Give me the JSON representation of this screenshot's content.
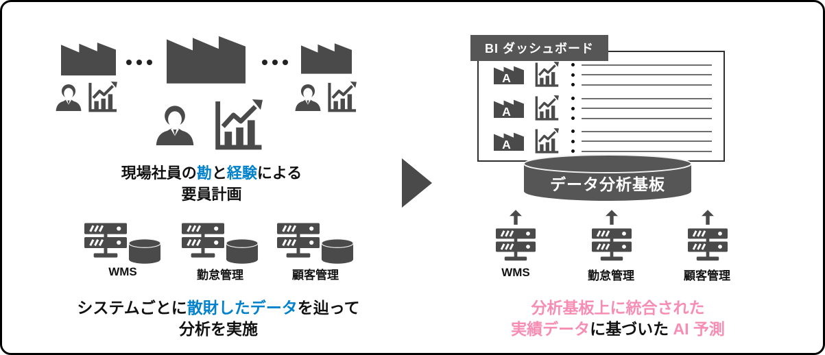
{
  "left": {
    "caption1": {
      "l1p1": "現場社員の",
      "l1p2": "勘",
      "l1p3": "と",
      "l1p4": "経験",
      "l1p5": "による",
      "l2": "要員計画"
    },
    "systems": [
      {
        "label": "WMS"
      },
      {
        "label": "勤怠管理"
      },
      {
        "label": "顧客管理"
      }
    ],
    "caption2": {
      "l1p1": "システムごとに",
      "l1p2": "散財したデータ",
      "l1p3": "を辿って",
      "l2": "分析を実施"
    }
  },
  "right": {
    "dashboard_label": "BI ダッシュボード",
    "dashboard_rows": [
      {
        "factory_letter": "A"
      },
      {
        "factory_letter": "A"
      },
      {
        "factory_letter": "A"
      }
    ],
    "platform_label": "データ分析基板",
    "systems": [
      {
        "label": "WMS"
      },
      {
        "label": "勤怠管理"
      },
      {
        "label": "顧客管理"
      }
    ],
    "caption": {
      "l1": "分析基板上に統合された",
      "l2p1": "実績データ",
      "l2p2": "に基づいた ",
      "l2p3": "AI 予測"
    }
  },
  "icons": {
    "factory": "factory-icon",
    "person": "worker-icon",
    "chart": "bar-chart-trend-icon",
    "server": "server-rack-icon",
    "database": "database-cylinder-icon",
    "up_arrow": "up-arrow-icon",
    "transition_arrow": "right-triangle-arrow-icon",
    "ellipsis": "ellipsis-dots-icon"
  },
  "colors": {
    "accent_blue": "#0081cc",
    "accent_pink": "#f78db3",
    "icon_gray": "#4a4a4a",
    "panel_gray": "#565656",
    "text_black": "#111111",
    "line_gray": "#6e6e6e"
  }
}
